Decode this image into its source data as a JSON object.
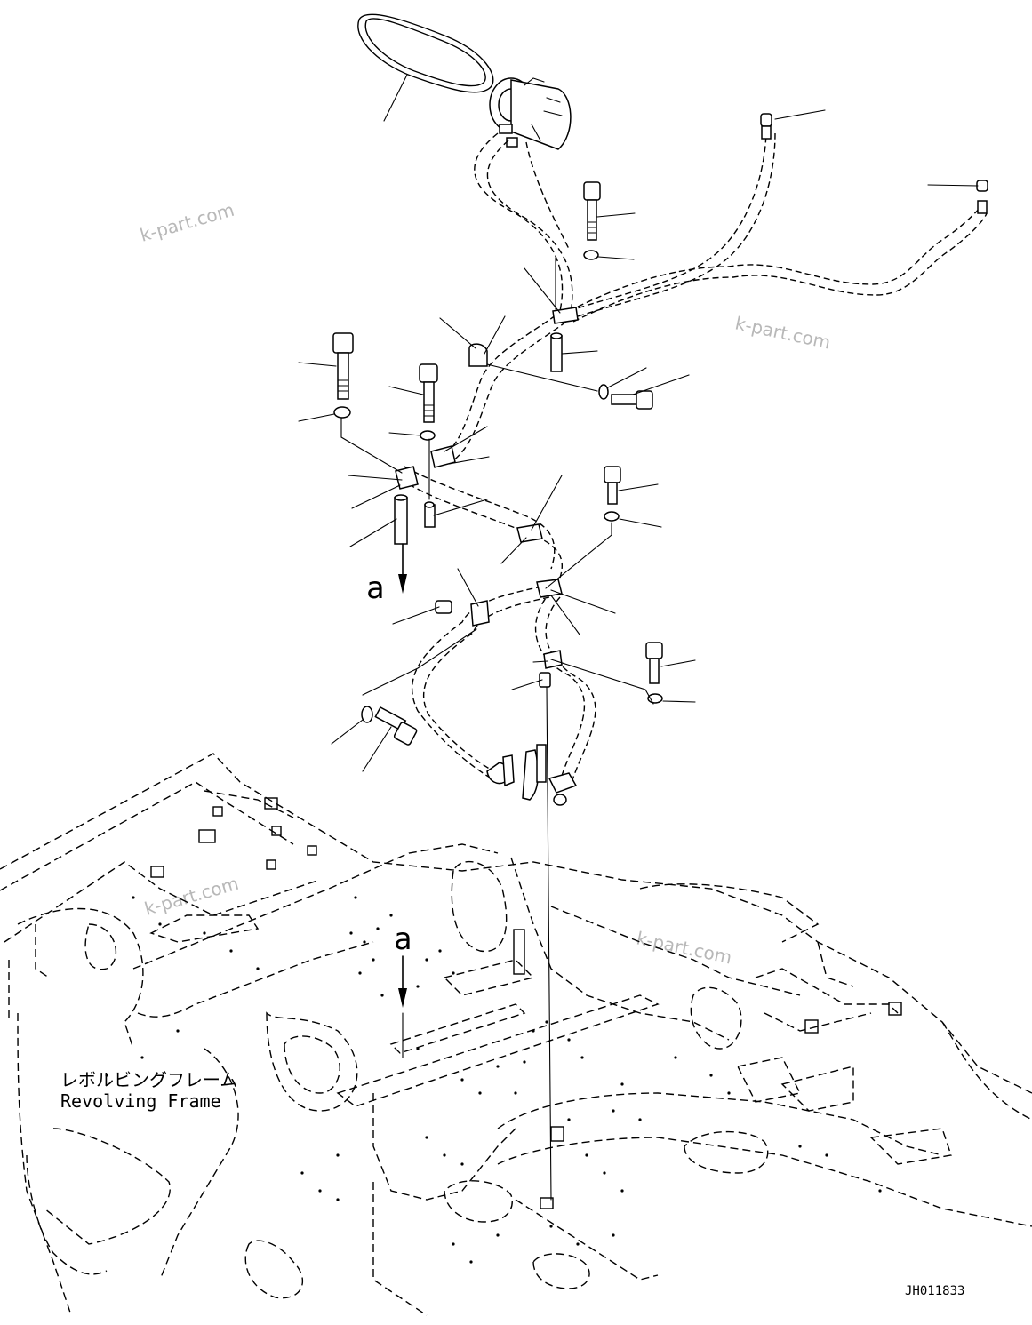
{
  "watermarks": [
    "k-part.com",
    "k-part.com",
    "k-part.com",
    "k-part.com"
  ],
  "view_markers": [
    "a",
    "a"
  ],
  "frame_label_jp": "レボルビングフレーム",
  "frame_label_en": "Revolving Frame",
  "drawing_code": "JH011833"
}
